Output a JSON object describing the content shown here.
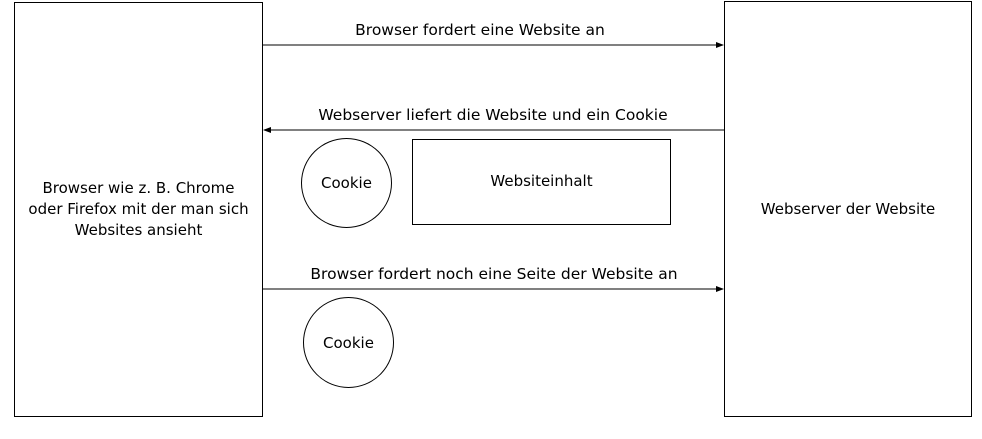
{
  "browser_box": {
    "label": "Browser wie z. B. Chrome oder Firefox mit der man sich Websites ansieht"
  },
  "server_box": {
    "label": "Webserver der Website"
  },
  "arrows": [
    {
      "label": "Browser fordert eine Website an",
      "direction": "browser-to-server"
    },
    {
      "label": "Webserver liefert die Website und ein Cookie",
      "direction": "server-to-browser"
    },
    {
      "label": "Browser fordert noch eine Seite der Website an",
      "direction": "browser-to-server"
    }
  ],
  "cookies": [
    {
      "label": "Cookie"
    },
    {
      "label": "Cookie"
    }
  ],
  "content_box": {
    "label": "Websiteinhalt"
  }
}
